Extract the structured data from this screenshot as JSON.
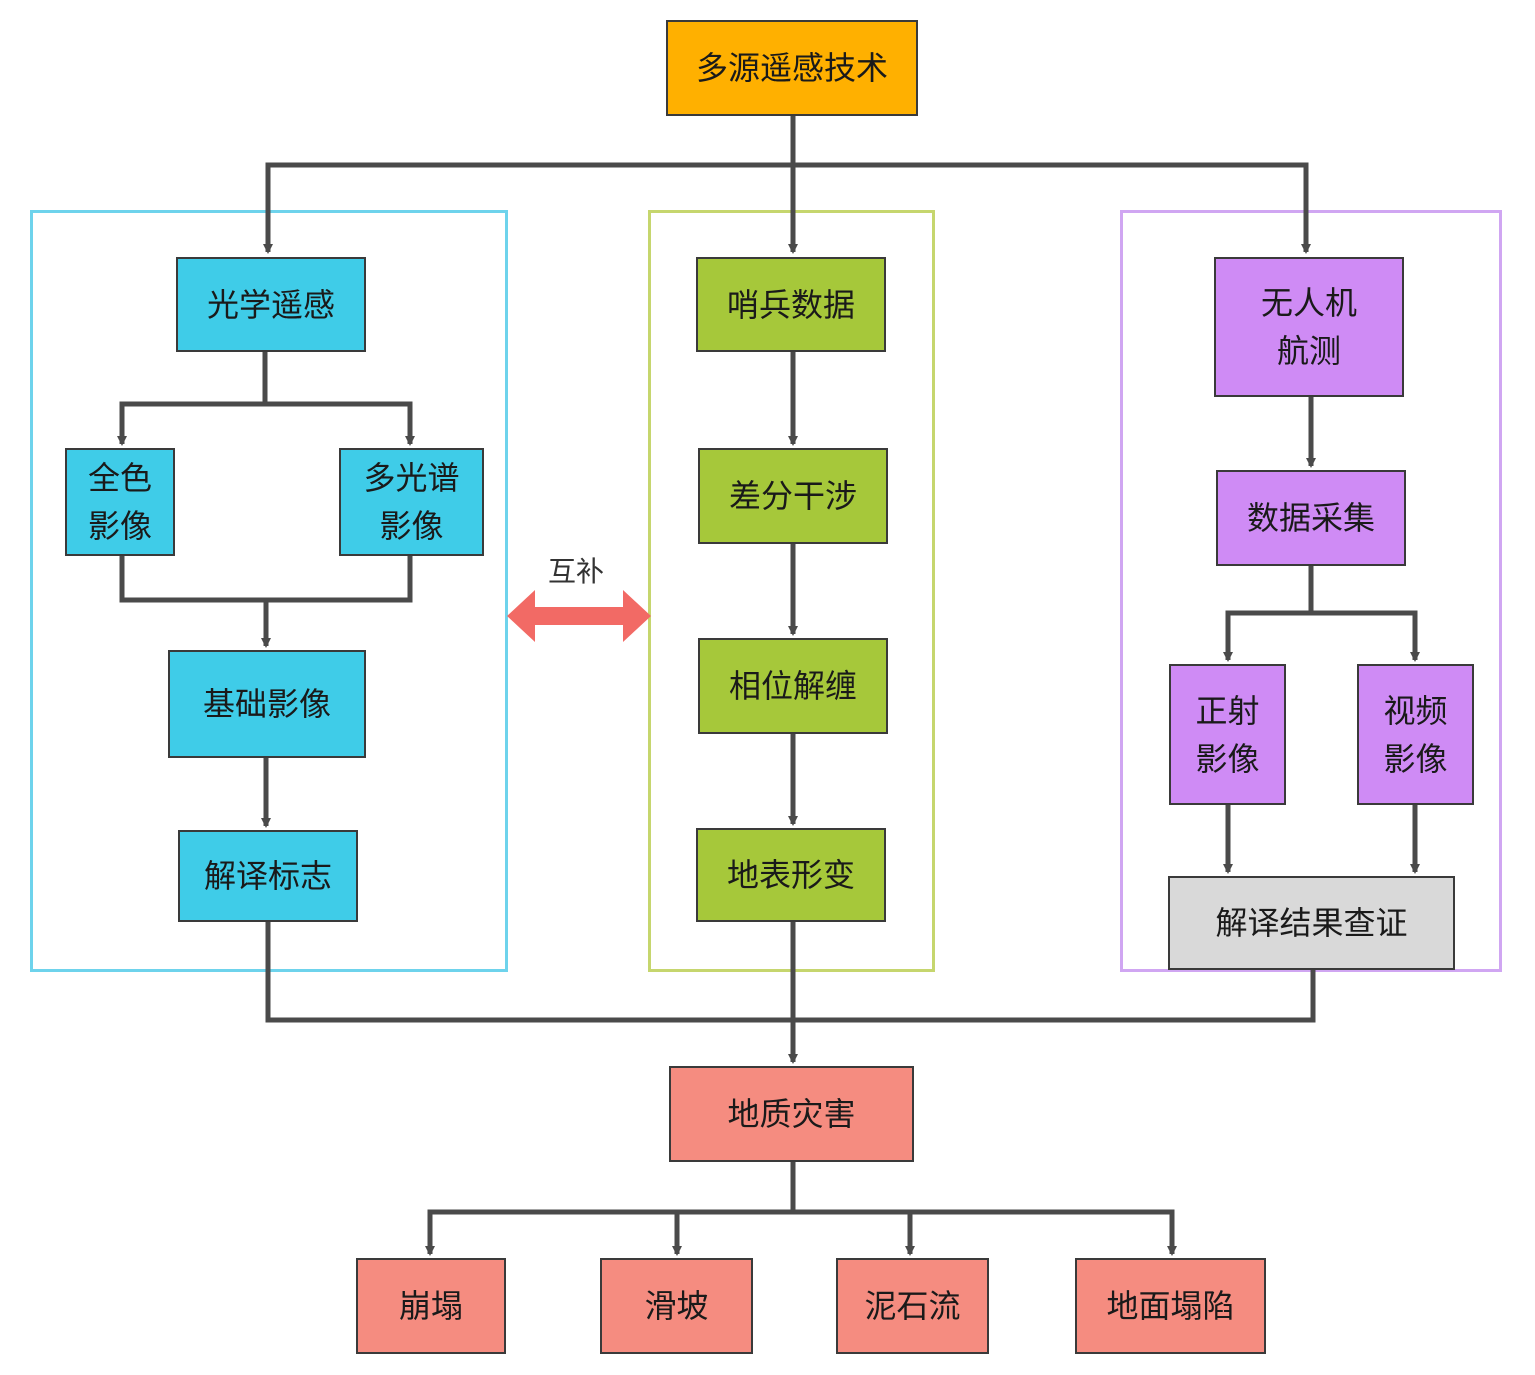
{
  "colors": {
    "source": "#FFB000",
    "optical": "#3FCCE8",
    "sar": "#A6C83A",
    "uav": "#CF8BF5",
    "verify": "#D9D9D9",
    "hazard": "#F58C80",
    "connector": "#4a4a4a",
    "bidirectional": "#F26A65",
    "group_optical": "#6ED3EC",
    "group_sar": "#C6D66E",
    "group_uav": "#D0A6F2"
  },
  "nodes": {
    "root": "多源遥感技术",
    "optical": "光学遥感",
    "panchromatic": "全色\n影像",
    "multispectral": "多光谱\n影像",
    "base_image": "基础影像",
    "interp_marks": "解译标志",
    "sentinel": "哨兵数据",
    "diff_interf": "差分干涉",
    "phase_unwrap": "相位解缠",
    "surface_deform": "地表形变",
    "uav": "无人机\n航测",
    "data_collect": "数据采集",
    "ortho": "正射\n影像",
    "video": "视频\n影像",
    "verify": "解译结果查证",
    "hazard": "地质灾害",
    "collapse": "崩塌",
    "landslide": "滑坡",
    "debris_flow": "泥石流",
    "subsidence": "地面塌陷"
  },
  "labels": {
    "complement": "互补"
  }
}
